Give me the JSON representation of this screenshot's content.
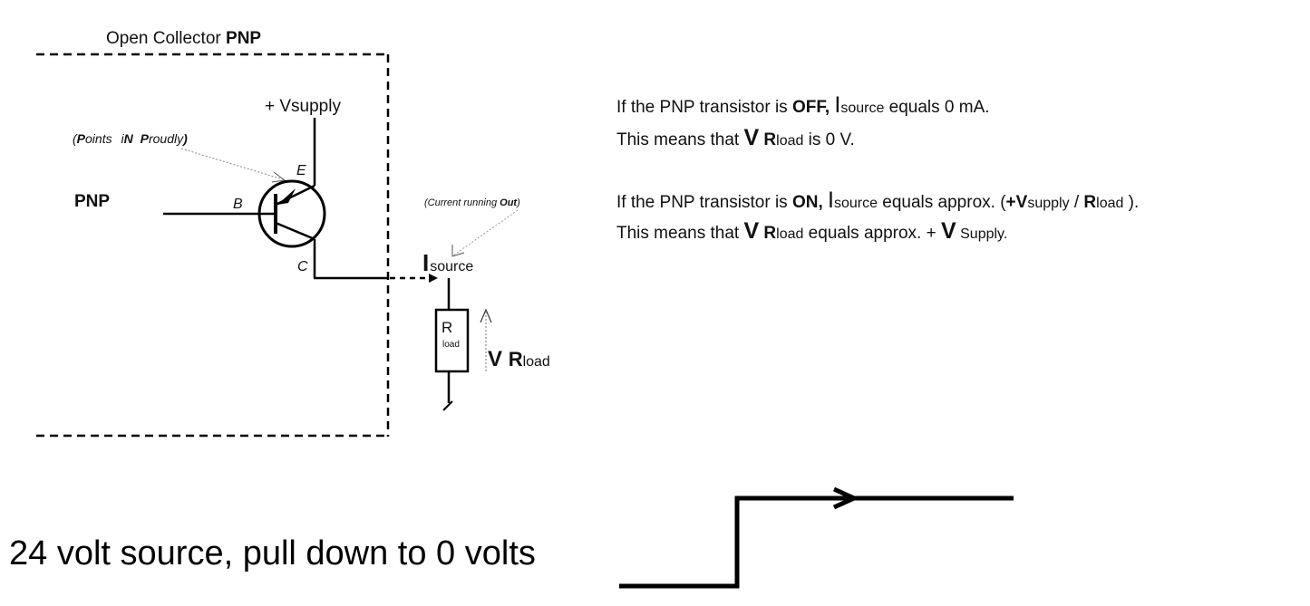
{
  "circuit": {
    "title_prefix": "Open Collector ",
    "title_bold": "PNP",
    "vsupply_label": "+ Vsupply",
    "mnemonic": {
      "p1": "P",
      "w1": "oints ",
      "i": "i",
      "n": "N",
      "space": " ",
      "p2": "P",
      "w2": "roudly"
    },
    "pnp_input_label": "PNP",
    "pin_e": "E",
    "pin_b": "B",
    "pin_c": "C",
    "current_note_prefix": "(Current running ",
    "current_note_bold": "Out",
    "current_note_suffix": ")",
    "isource_i": "I",
    "isource_sub": "source",
    "resistor_r": "R",
    "resistor_sub": "load",
    "vrload_v": "V ",
    "vrload_r": "R",
    "vrload_sub": "load"
  },
  "explanation": {
    "off_line1": {
      "a": "If the PNP transistor is ",
      "state": "OFF,",
      "sp": " ",
      "i": "I",
      "sub": "source",
      "b": " equals 0 mA."
    },
    "off_line2": {
      "a": "This means that ",
      "v": "V",
      "sp": " ",
      "r": "R",
      "sub": "load",
      "b": " is 0 V."
    },
    "on_line1": {
      "a": "If the PNP transistor is ",
      "state": "ON,",
      "sp": " ",
      "i": "I",
      "sub": "source",
      "b": " equals approx. (",
      "v": "+V",
      "vsub": "supply",
      "slash": " / ",
      "r": "R",
      "rsub": "load",
      "end": " )."
    },
    "on_line2": {
      "a": "This means that ",
      "v": "V",
      "sp": " ",
      "r": "R",
      "sub": "load",
      "b": " equals approx. + ",
      "v2": "V",
      "sub2": " Supply."
    }
  },
  "signal": {
    "caption": "24 volt source, pull down to 0 volts"
  }
}
